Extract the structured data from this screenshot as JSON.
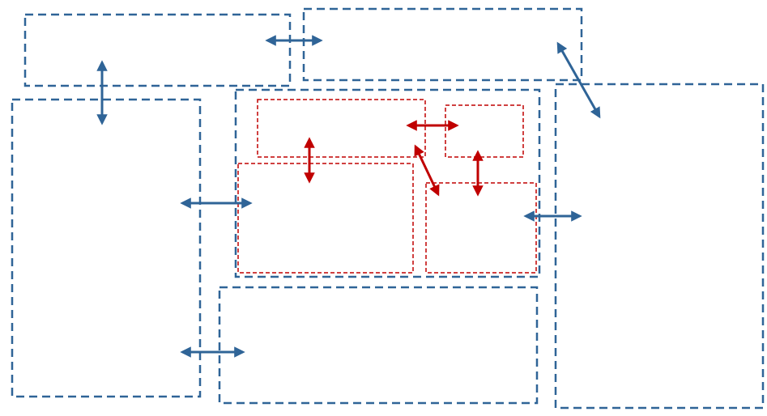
{
  "colors": {
    "outer": "#2f6497",
    "inner": "#c00000",
    "background": "#ffffff"
  },
  "diagram": {
    "outer_boxes": [
      {
        "name": "top-left-box"
      },
      {
        "name": "top-middle-box"
      },
      {
        "name": "left-box"
      },
      {
        "name": "center-box"
      },
      {
        "name": "right-box"
      },
      {
        "name": "bottom-box"
      }
    ],
    "inner_boxes": [
      {
        "name": "inner-top-left-box"
      },
      {
        "name": "inner-top-right-box"
      },
      {
        "name": "inner-bottom-left-box"
      },
      {
        "name": "inner-bottom-right-box"
      }
    ],
    "outer_arrows": [
      {
        "name": "arrow-top-left-to-top-middle"
      },
      {
        "name": "arrow-top-left-to-left"
      },
      {
        "name": "arrow-top-middle-to-right"
      },
      {
        "name": "arrow-left-to-center"
      },
      {
        "name": "arrow-center-to-right"
      },
      {
        "name": "arrow-left-to-bottom"
      }
    ],
    "inner_arrows": [
      {
        "name": "arrow-inner-top-left-to-inner-top-right"
      },
      {
        "name": "arrow-inner-top-left-to-inner-bottom-left"
      },
      {
        "name": "arrow-inner-top-left-to-inner-bottom-right"
      },
      {
        "name": "arrow-inner-top-right-to-inner-bottom-right"
      }
    ]
  }
}
